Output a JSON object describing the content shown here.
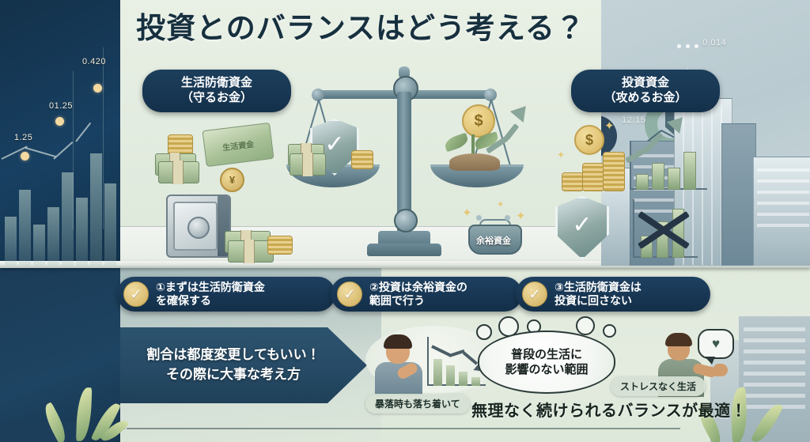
{
  "title": "投資とのバランスはどう考える？",
  "pills": {
    "protect": "生活防衛資金\n（守るお金）",
    "invest": "投資資金\n（攻めるお金）"
  },
  "scale": {
    "purse_label": "余裕資金",
    "left_card_label": "生活資金",
    "dollar_glyph": "$",
    "yen_glyph": "¥",
    "check_glyph": "✓"
  },
  "bullets": [
    {
      "check": "✓",
      "text": "①まずは生活防衛資金\nを確保する"
    },
    {
      "check": "✓",
      "text": "②投資は余裕資金の\n範囲で行う"
    },
    {
      "check": "✓",
      "text": "③生活防衛資金は\n投資に回さない"
    }
  ],
  "arrow_banner": "割合は都度変更してもいい！\nその際に大事な考え方",
  "thought_bubble": "普段の生活に\n影響のない範囲",
  "captions": {
    "crash": "暴落時も落ち着いて",
    "stress": "ストレスなく生活",
    "heart_glyph": "♥"
  },
  "closing": "無理なく続けられるバランスが最適！",
  "decor": {
    "left_chart_labels": [
      "0.420",
      "01.25",
      "1.25"
    ],
    "right_labels": [
      "0.014",
      "12:15"
    ]
  },
  "colors": {
    "navy": "#14304a",
    "mint": "#e3ece0",
    "grey_blue": "#bdced3",
    "gold": "#cfae5c",
    "title_ink": "#17303f",
    "banner": "#274b66"
  }
}
